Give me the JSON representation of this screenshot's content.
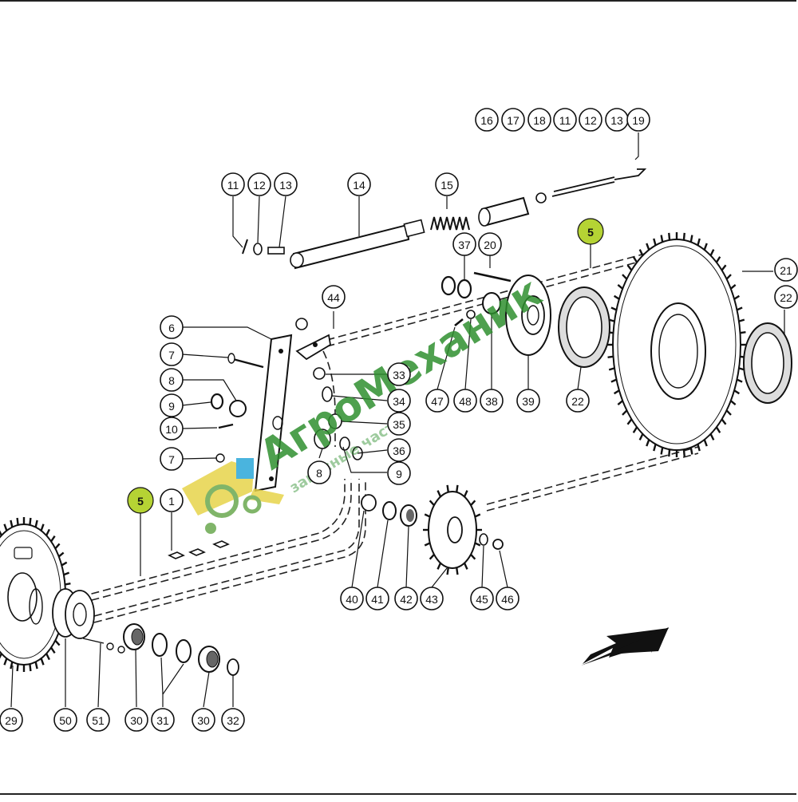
{
  "callouts": [
    "1",
    "5",
    "5",
    "6",
    "7",
    "7",
    "8",
    "8",
    "9",
    "9",
    "10",
    "11",
    "11",
    "12",
    "12",
    "13",
    "13",
    "14",
    "15",
    "16",
    "17",
    "18",
    "19",
    "20",
    "21",
    "22",
    "22",
    "29",
    "30",
    "30",
    "31",
    "32",
    "33",
    "34",
    "35",
    "36",
    "37",
    "38",
    "39",
    "40",
    "41",
    "42",
    "43",
    "44",
    "45",
    "46",
    "47",
    "48",
    "50",
    "51"
  ],
  "highlight_color": "#b5d334",
  "watermark": {
    "brand": "АгроМеханик",
    "tagline": "запасные части",
    "logo": "combine-harvester-logo",
    "colors": {
      "text": "#2f8f2f",
      "harvester_body": "#e7d44a",
      "harvester_cab": "#2aa7d8",
      "wheels": "#6aa84f"
    }
  },
  "arrow_icon": "direction-arrow-icon"
}
